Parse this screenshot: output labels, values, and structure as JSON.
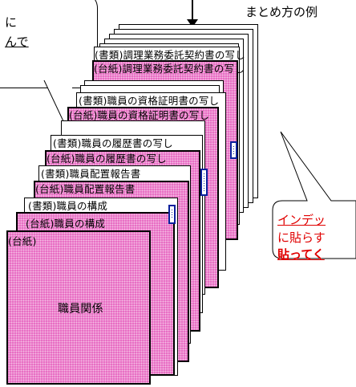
{
  "top_caption": "まとめ方の例",
  "left_callout": {
    "line1": "に",
    "line2": "んで"
  },
  "right_callout": {
    "line1": "インデッ",
    "line2": "に貼らす",
    "line3": "貼ってく"
  },
  "cover_main": {
    "corner_label": "(台紙)",
    "body_label": "職員関係"
  },
  "stack_labels": [
    "(書類)調理業務委託契約書の写し",
    "(台紙)調理業務委託契約書の写し",
    "(書類)職員の資格証明書の写し",
    "(台紙)職員の資格証明書の写し",
    "(書類)職員の履歴書の写し",
    "(台紙)職員の履歴書の写し",
    "(書類)職員配置報告書",
    "(台紙)職員配置報告書",
    "(書類)職員の構成",
    "(台紙)職員の構成"
  ],
  "colors": {
    "pink": "#e86fc4",
    "tab_blue": "#0a1f9c",
    "callout_red": "#e00000"
  }
}
